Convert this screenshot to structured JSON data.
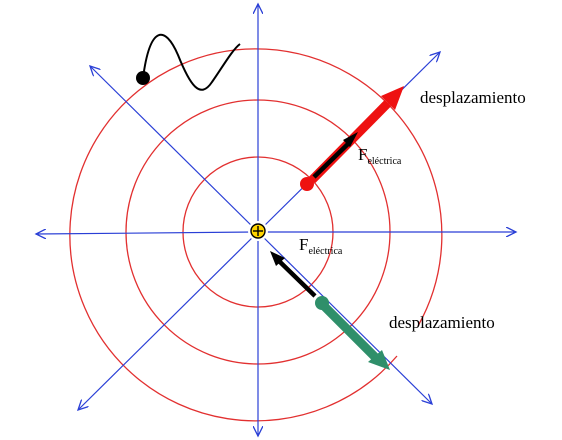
{
  "labels": {
    "displacement_top": "desplazamiento",
    "displacement_bottom": "desplazamiento",
    "force_top_main": "F",
    "force_top_sub": "eléctrica",
    "force_bottom_main": "F",
    "force_bottom_sub": "eléctrica"
  },
  "central_charge": {
    "symbol": "⊕",
    "fill_color": "#ffd400"
  },
  "colors": {
    "field_lines": "#2a3fd6",
    "equipotential": "#e23030",
    "displacement_top": "#ee1111",
    "displacement_bottom": "#2f8f6a",
    "force_arrows": "#000000"
  }
}
